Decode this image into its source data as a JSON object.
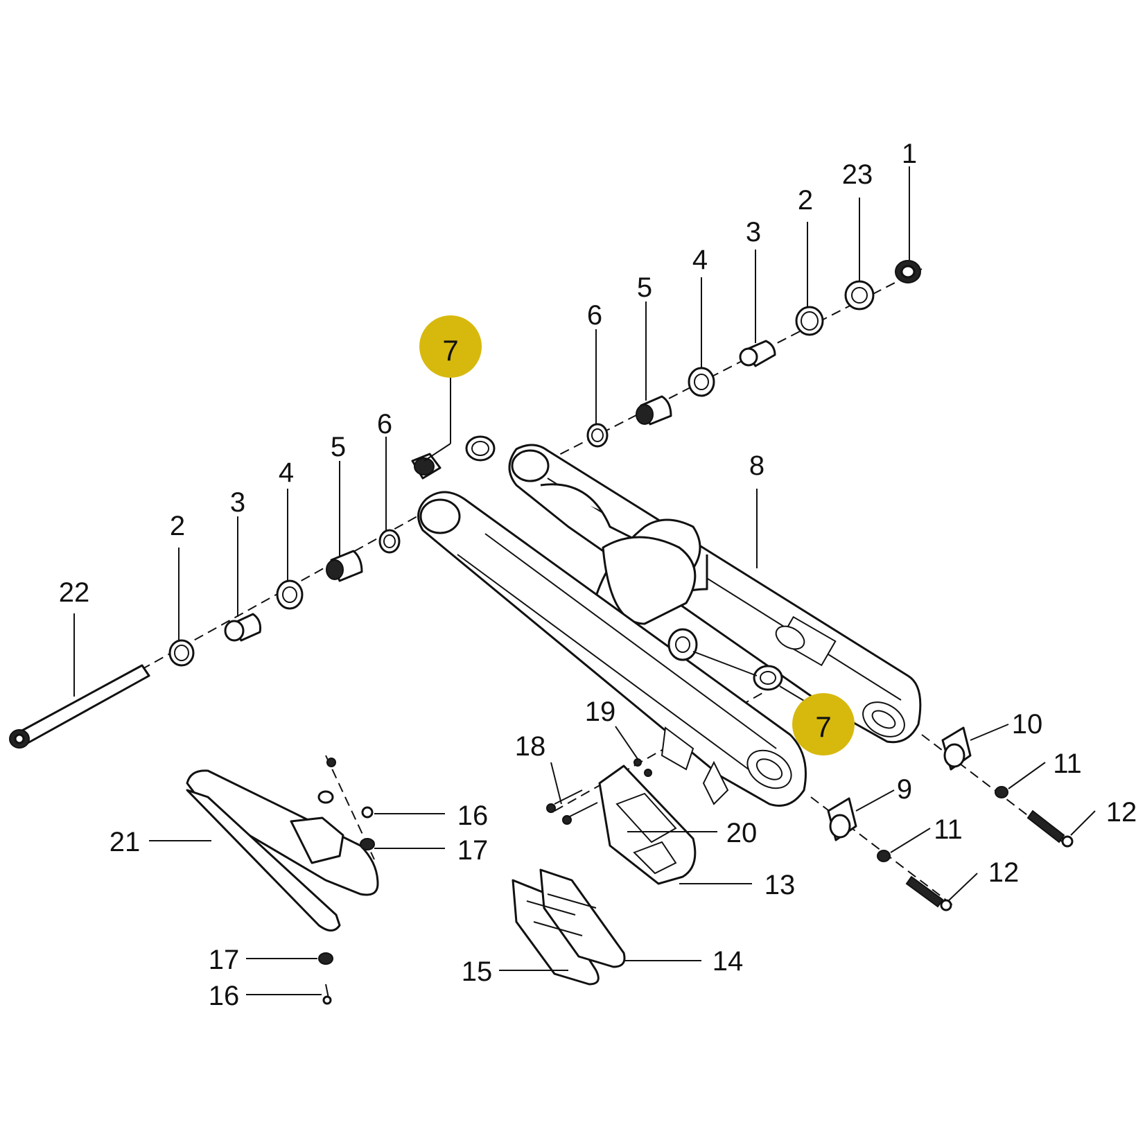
{
  "highlight_color": "#d7b90e",
  "callouts": [
    {
      "id": "c1",
      "text": "1"
    },
    {
      "id": "c23",
      "text": "23"
    },
    {
      "id": "c2a",
      "text": "2"
    },
    {
      "id": "c3a",
      "text": "3"
    },
    {
      "id": "c4a",
      "text": "4"
    },
    {
      "id": "c5a",
      "text": "5"
    },
    {
      "id": "c6a",
      "text": "6"
    },
    {
      "id": "c7a",
      "text": "7",
      "highlighted": true
    },
    {
      "id": "c6b",
      "text": "6"
    },
    {
      "id": "c5b",
      "text": "5"
    },
    {
      "id": "c4b",
      "text": "4"
    },
    {
      "id": "c3b",
      "text": "3"
    },
    {
      "id": "c2b",
      "text": "2"
    },
    {
      "id": "c22",
      "text": "22"
    },
    {
      "id": "c8",
      "text": "8"
    },
    {
      "id": "c7b",
      "text": "7",
      "highlighted": true
    },
    {
      "id": "c10",
      "text": "10"
    },
    {
      "id": "c11a",
      "text": "11"
    },
    {
      "id": "c12a",
      "text": "12"
    },
    {
      "id": "c9",
      "text": "9"
    },
    {
      "id": "c11b",
      "text": "11"
    },
    {
      "id": "c12b",
      "text": "12"
    },
    {
      "id": "c19",
      "text": "19"
    },
    {
      "id": "c18",
      "text": "18"
    },
    {
      "id": "c20",
      "text": "20"
    },
    {
      "id": "c13",
      "text": "13"
    },
    {
      "id": "c14",
      "text": "14"
    },
    {
      "id": "c15",
      "text": "15"
    },
    {
      "id": "c16a",
      "text": "16"
    },
    {
      "id": "c17a",
      "text": "17"
    },
    {
      "id": "c21",
      "text": "21"
    },
    {
      "id": "c17b",
      "text": "17"
    },
    {
      "id": "c16b",
      "text": "16"
    }
  ]
}
